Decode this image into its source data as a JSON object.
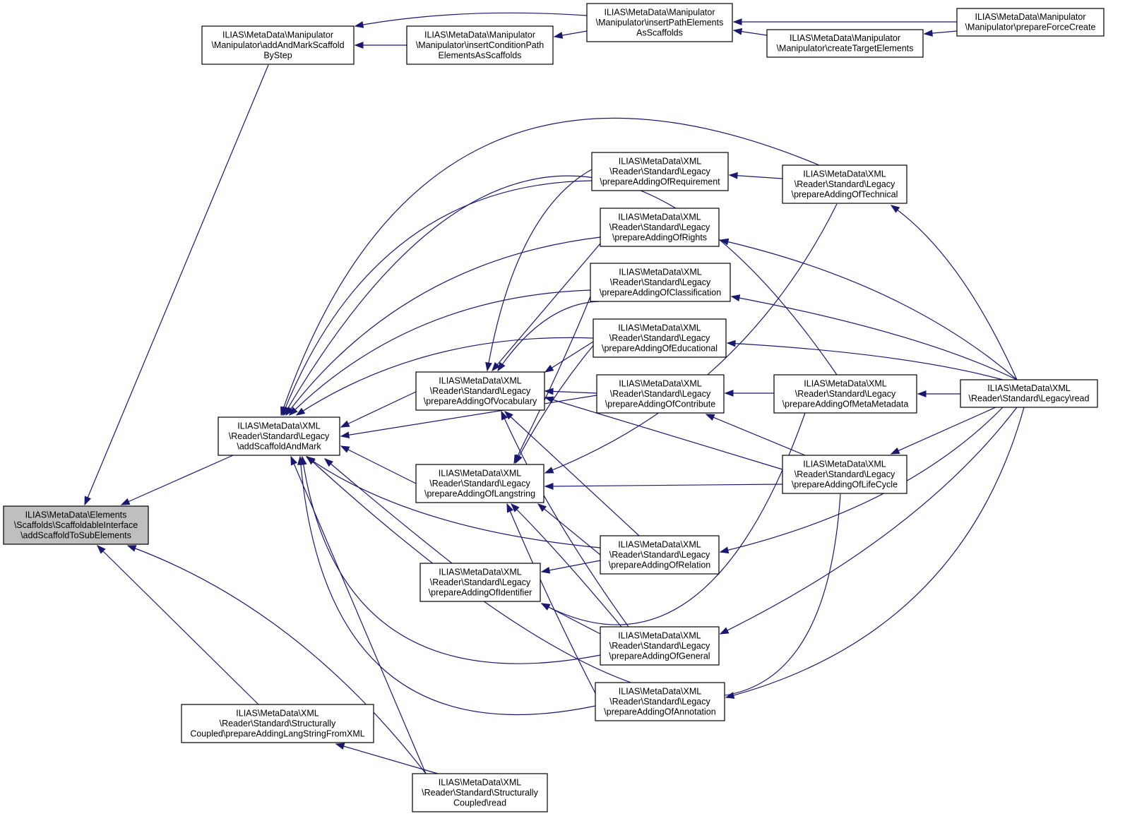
{
  "graph": {
    "colors": {
      "edge": "#191970",
      "node_border": "#000000",
      "node_fill": "#ffffff",
      "root_fill": "#bfbfbf"
    },
    "nodes": [
      {
        "id": "root",
        "lines": [
          "ILIAS\\MetaData\\Elements",
          "\\Scaffolds\\ScaffoldableInterface",
          "\\addScaffoldToSubElements"
        ]
      },
      {
        "id": "mAddAndMark",
        "lines": [
          "ILIAS\\MetaData\\Manipulator",
          "\\Manipulator\\addAndMarkScaffold",
          "ByStep"
        ]
      },
      {
        "id": "mInsertCond",
        "lines": [
          "ILIAS\\MetaData\\Manipulator",
          "\\Manipulator\\insertConditionPath",
          "ElementsAsScaffolds"
        ]
      },
      {
        "id": "mInsertPath",
        "lines": [
          "ILIAS\\MetaData\\Manipulator",
          "\\Manipulator\\insertPathElements",
          "AsScaffolds"
        ]
      },
      {
        "id": "mCreateTarget",
        "lines": [
          "ILIAS\\MetaData\\Manipulator",
          "\\Manipulator\\createTargetElements"
        ]
      },
      {
        "id": "mPrepForce",
        "lines": [
          "ILIAS\\MetaData\\Manipulator",
          "\\Manipulator\\prepareForceCreate"
        ]
      },
      {
        "id": "lAddScaffold",
        "lines": [
          "ILIAS\\MetaData\\XML",
          "\\Reader\\Standard\\Legacy",
          "\\addScaffoldAndMark"
        ]
      },
      {
        "id": "lVocab",
        "lines": [
          "ILIAS\\MetaData\\XML",
          "\\Reader\\Standard\\Legacy",
          "\\prepareAddingOfVocabulary"
        ]
      },
      {
        "id": "lLang",
        "lines": [
          "ILIAS\\MetaData\\XML",
          "\\Reader\\Standard\\Legacy",
          "\\prepareAddingOfLangstring"
        ]
      },
      {
        "id": "lIdent",
        "lines": [
          "ILIAS\\MetaData\\XML",
          "\\Reader\\Standard\\Legacy",
          "\\prepareAddingOfIdentifier"
        ]
      },
      {
        "id": "lReq",
        "lines": [
          "ILIAS\\MetaData\\XML",
          "\\Reader\\Standard\\Legacy",
          "\\prepareAddingOfRequirement"
        ]
      },
      {
        "id": "lRights",
        "lines": [
          "ILIAS\\MetaData\\XML",
          "\\Reader\\Standard\\Legacy",
          "\\prepareAddingOfRights"
        ]
      },
      {
        "id": "lClass",
        "lines": [
          "ILIAS\\MetaData\\XML",
          "\\Reader\\Standard\\Legacy",
          "\\prepareAddingOfClassification"
        ]
      },
      {
        "id": "lEdu",
        "lines": [
          "ILIAS\\MetaData\\XML",
          "\\Reader\\Standard\\Legacy",
          "\\prepareAddingOfEducational"
        ]
      },
      {
        "id": "lContrib",
        "lines": [
          "ILIAS\\MetaData\\XML",
          "\\Reader\\Standard\\Legacy",
          "\\prepareAddingOfContribute"
        ]
      },
      {
        "id": "lRelation",
        "lines": [
          "ILIAS\\MetaData\\XML",
          "\\Reader\\Standard\\Legacy",
          "\\prepareAddingOfRelation"
        ]
      },
      {
        "id": "lGeneral",
        "lines": [
          "ILIAS\\MetaData\\XML",
          "\\Reader\\Standard\\Legacy",
          "\\prepareAddingOfGeneral"
        ]
      },
      {
        "id": "lAnnot",
        "lines": [
          "ILIAS\\MetaData\\XML",
          "\\Reader\\Standard\\Legacy",
          "\\prepareAddingOfAnnotation"
        ]
      },
      {
        "id": "lTech",
        "lines": [
          "ILIAS\\MetaData\\XML",
          "\\Reader\\Standard\\Legacy",
          "\\prepareAddingOfTechnical"
        ]
      },
      {
        "id": "lMeta",
        "lines": [
          "ILIAS\\MetaData\\XML",
          "\\Reader\\Standard\\Legacy",
          "\\prepareAddingOfMetaMetadata"
        ]
      },
      {
        "id": "lLife",
        "lines": [
          "ILIAS\\MetaData\\XML",
          "\\Reader\\Standard\\Legacy",
          "\\prepareAddingOfLifeCycle"
        ]
      },
      {
        "id": "lRead",
        "lines": [
          "ILIAS\\MetaData\\XML",
          "\\Reader\\Standard\\Legacy\\read"
        ]
      },
      {
        "id": "sPrepLang",
        "lines": [
          "ILIAS\\MetaData\\XML",
          "\\Reader\\Standard\\Structurally",
          "Coupled\\prepareAddingLangStringFromXML"
        ]
      },
      {
        "id": "sRead",
        "lines": [
          "ILIAS\\MetaData\\XML",
          "\\Reader\\Standard\\Structurally",
          "Coupled\\read"
        ]
      }
    ]
  }
}
